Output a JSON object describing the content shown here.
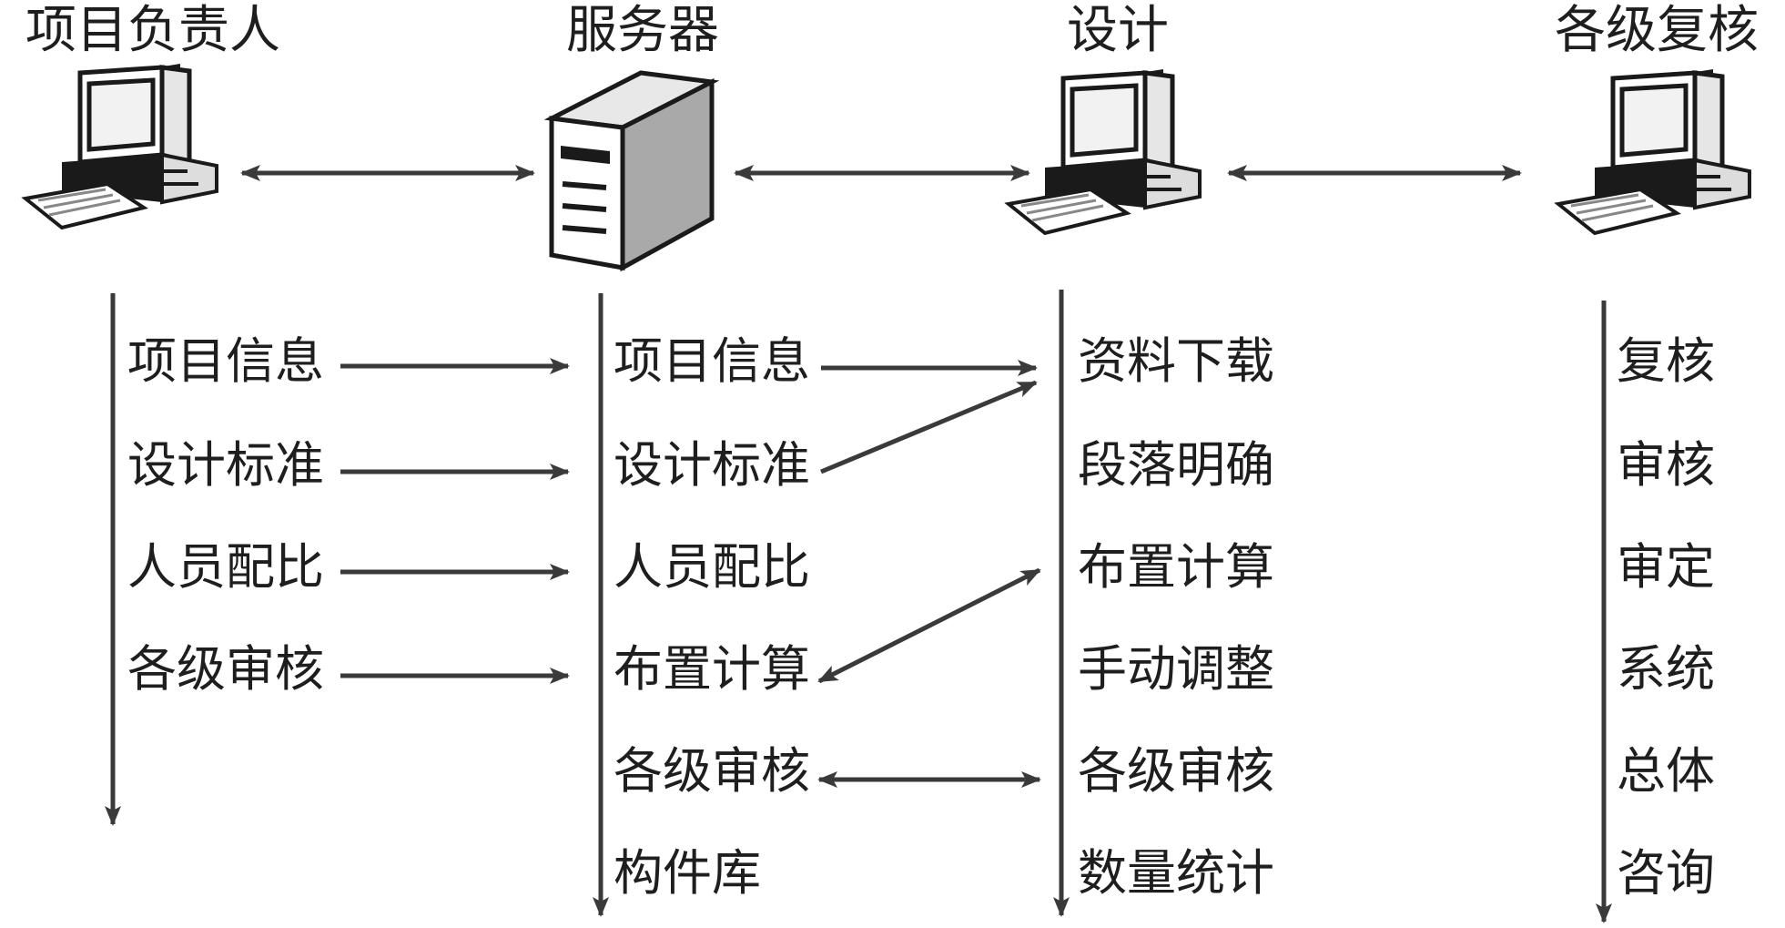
{
  "nodes": {
    "manager": {
      "title": "项目负责人",
      "icon": "desktop-computer-icon"
    },
    "server": {
      "title": "服务器",
      "icon": "server-tower-icon"
    },
    "design": {
      "title": "设计",
      "icon": "desktop-computer-icon"
    },
    "review": {
      "title": "各级复核",
      "icon": "desktop-computer-icon"
    }
  },
  "columns": {
    "manager": [
      "项目信息",
      "设计标准",
      "人员配比",
      "各级审核"
    ],
    "server": [
      "项目信息",
      "设计标准",
      "人员配比",
      "布置计算",
      "各级审核",
      "构件库"
    ],
    "design": [
      "资料下载",
      "段落明确",
      "布置计算",
      "手动调整",
      "各级审核",
      "数量统计"
    ],
    "review": [
      "复核",
      "审核",
      "审定",
      "系统",
      "总体",
      "咨询"
    ]
  },
  "colors": {
    "line": "#3a3a3a",
    "text": "#1e1e1e"
  }
}
